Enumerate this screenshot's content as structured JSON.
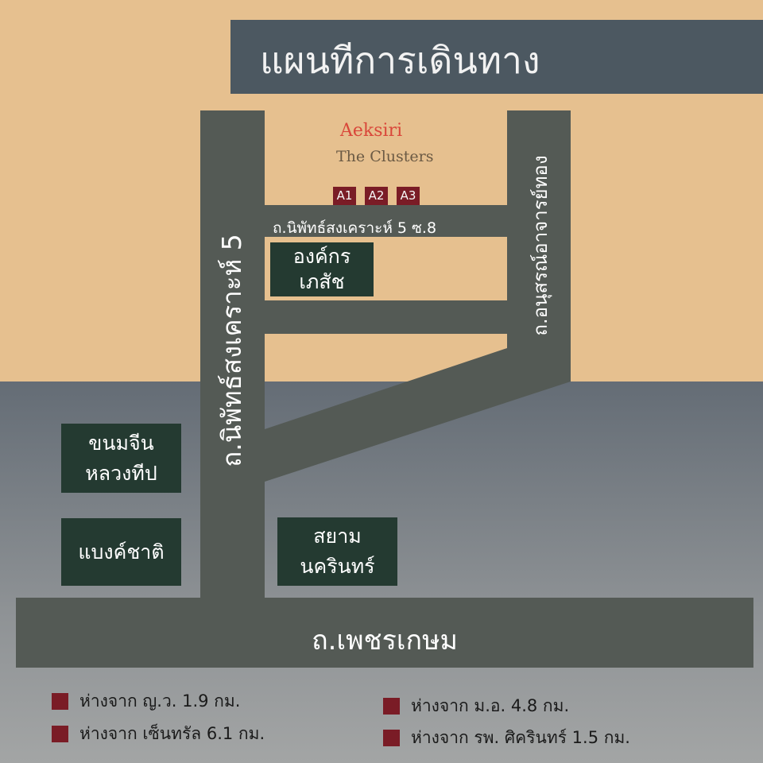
{
  "title": "แผนทีการเดินทาง",
  "project": {
    "name": "Aeksiri",
    "subtitle": "The Clusters",
    "units": [
      "A1",
      "A2",
      "A3"
    ]
  },
  "roads": {
    "left_vertical": "ถ.นิพัทธ์สงเคราะห์ 5",
    "right_vertical": "ถ.อนุสรณ์อาจารย์ทอง",
    "soi_8": "ถ.นิพัทธ์สงเคราะห์ 5 ซ.8",
    "main": "ถ.เพชรเกษม"
  },
  "landmarks": {
    "pharmacy_org": {
      "line1": "องค์กร",
      "line2": "เภสัช"
    },
    "khanom_jeen": {
      "line1": "ขนมจีน",
      "line2": "หลวงทีป"
    },
    "bank": {
      "line1": "แบงค์ชาติ"
    },
    "siam_nakarin": {
      "line1": "สยาม",
      "line2": "นครินทร์"
    }
  },
  "distances": [
    "ห่างจาก ญ.ว. 1.9 กม.",
    "ห่างจาก เซ็นทรัล 6.1 กม.",
    "ห่างจาก ม.อ. 4.8 กม.",
    "ห่างจาก รพ. ศิครินทร์  1.5 กม."
  ],
  "colors": {
    "sand": "#e6c08f",
    "road": "#545a55",
    "landmark_block": "#243a31",
    "unit_marker": "#7a1c26",
    "project_name": "#d9473a"
  }
}
